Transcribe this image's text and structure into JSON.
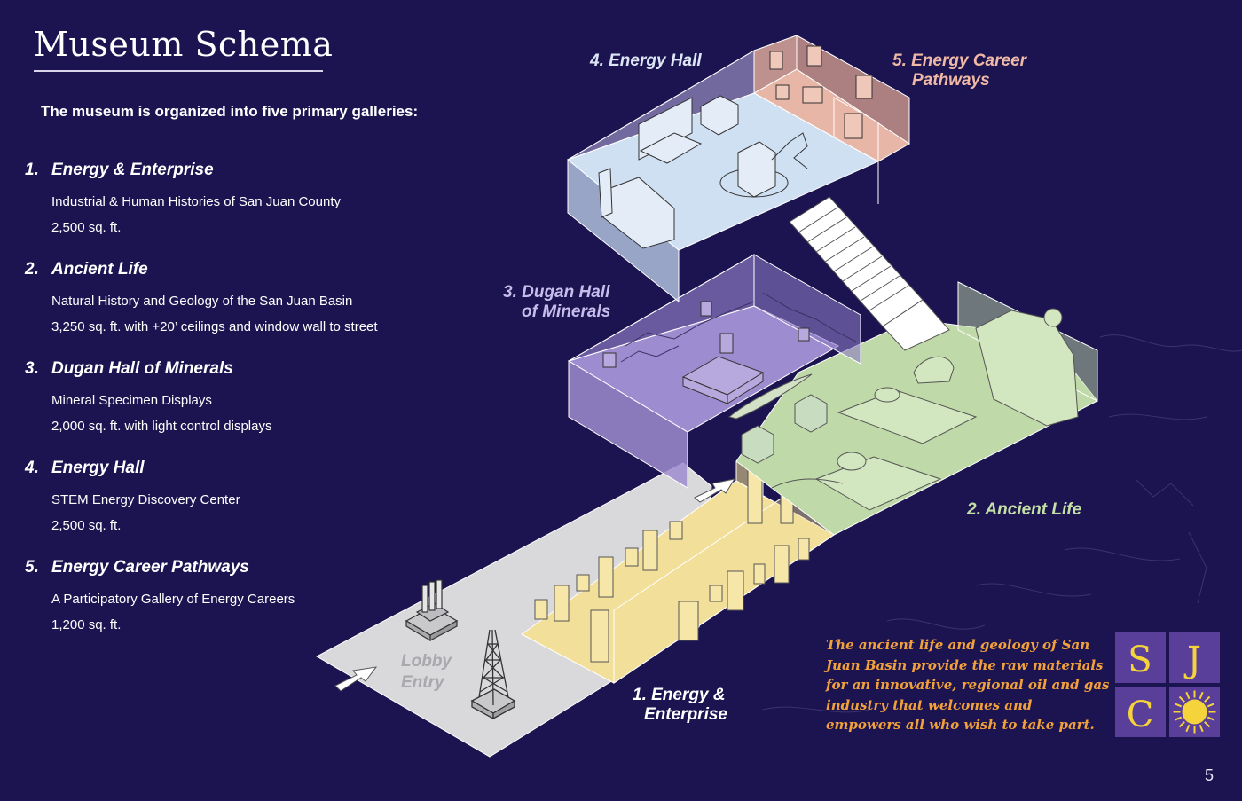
{
  "header": {
    "title": "Museum Schema",
    "intro": "The museum is organized into five primary galleries:"
  },
  "galleries": [
    {
      "number": "1.",
      "name": "Energy & Enterprise",
      "description": "Industrial & Human Histories of San Juan County",
      "size": "2,500 sq. ft."
    },
    {
      "number": "2.",
      "name": "Ancient Life",
      "description": "Natural History and Geology of the San Juan Basin",
      "size": "3,250 sq. ft. with +20’ ceilings and window wall to street"
    },
    {
      "number": "3.",
      "name": "Dugan Hall of Minerals",
      "description": "Mineral Specimen Displays",
      "size": "2,000 sq. ft. with light control displays"
    },
    {
      "number": "4.",
      "name": "Energy Hall",
      "description": "STEM Energy Discovery Center",
      "size": "2,500 sq. ft."
    },
    {
      "number": "5.",
      "name": "Energy Career Pathways",
      "description": "A Participatory Gallery of Energy Careers",
      "size": "1,200 sq. ft."
    }
  ],
  "map_labels": {
    "energy_hall": "4. Energy Hall",
    "career_line1": "5. Energy Career",
    "career_line2": "Pathways",
    "dugan_line1": "3. Dugan Hall",
    "dugan_line2": "of Minerals",
    "ancient_life": "2. Ancient Life",
    "enterprise_line1": "1. Energy &",
    "enterprise_line2": "Enterprise",
    "lobby_line1": "Lobby",
    "lobby_line2": "Entry"
  },
  "caption": "The ancient life and geology of San Juan Basin provide the raw materials for an innovative, regional oil and gas industry that welcomes and empowers all who wish to take part.",
  "logo": {
    "letters": [
      "S",
      "J",
      "C"
    ],
    "icons": [
      "sun-icon"
    ]
  },
  "page_number": "5",
  "colors": {
    "background": "#1c1451",
    "energy_hall": "#cfe0f2",
    "career_pathways": "#e8b6a6",
    "dugan_hall": "#9d8ccf",
    "ancient_life": "#bfd9a8",
    "enterprise": "#f2df9a",
    "lobby": "#d9d9dc",
    "caption": "#f2a13a",
    "logo_tile": "#5a3f9a",
    "logo_glyph": "#f5d33a"
  }
}
